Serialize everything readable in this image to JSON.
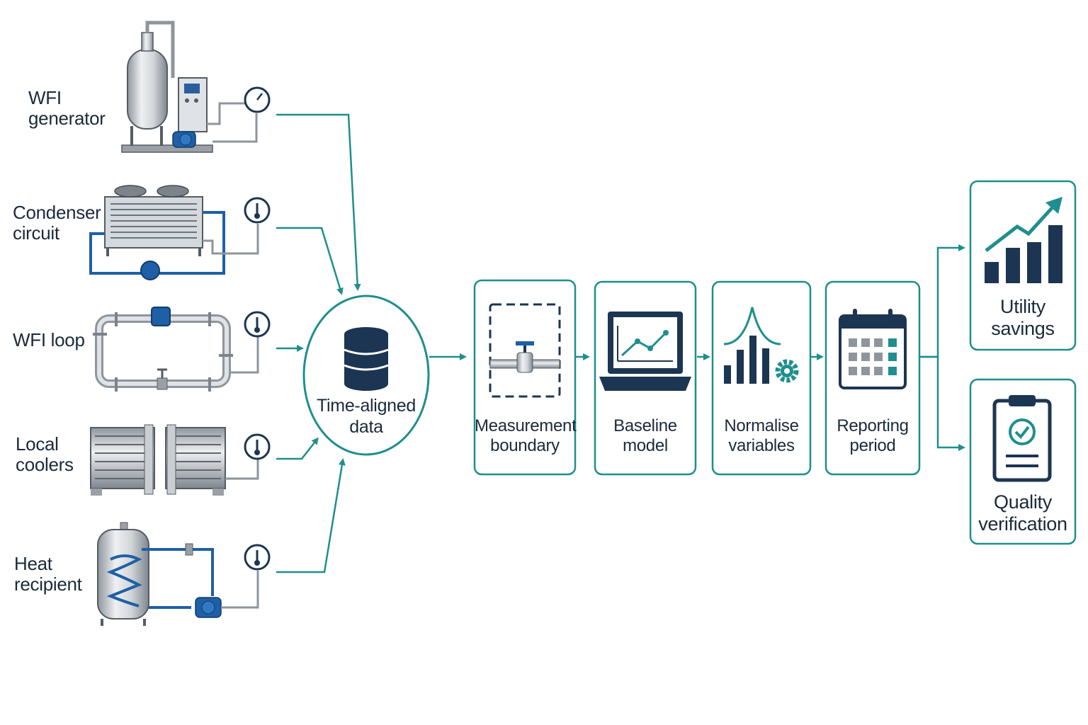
{
  "colors": {
    "teal": "#1f8e8e",
    "navy": "#1c3552",
    "pipe_blue": "#1f5fa6",
    "metal": "#b9bec4",
    "text": "#1b2a3a"
  },
  "sources": [
    {
      "id": "wfi-generator",
      "line1": "WFI",
      "line2": "generator",
      "icon": "distillation-column-icon",
      "sensor": "pressure-gauge-icon"
    },
    {
      "id": "condenser-circuit",
      "line1": "Condenser",
      "line2": "circuit",
      "icon": "condenser-unit-icon",
      "sensor": "thermometer-icon"
    },
    {
      "id": "wfi-loop",
      "line1": "WFI loop",
      "line2": "",
      "icon": "pipe-loop-icon",
      "sensor": "thermometer-icon"
    },
    {
      "id": "local-coolers",
      "line1": "Local",
      "line2": "coolers",
      "icon": "heat-exchanger-icon",
      "sensor": "thermometer-icon"
    },
    {
      "id": "heat-recipient",
      "line1": "Heat",
      "line2": "recipient",
      "icon": "coil-tank-icon",
      "sensor": "thermometer-icon"
    }
  ],
  "hub": {
    "line1": "Time-aligned",
    "line2": "data",
    "icon": "database-icon"
  },
  "steps": [
    {
      "id": "measurement-boundary",
      "line1": "Measurement",
      "line2": "boundary",
      "icon": "dashed-boundary-valve-icon"
    },
    {
      "id": "baseline-model",
      "line1": "Baseline",
      "line2": "model",
      "icon": "laptop-chart-icon"
    },
    {
      "id": "normalise-variables",
      "line1": "Normalise",
      "line2": "variables",
      "icon": "bell-curve-gear-icon"
    },
    {
      "id": "reporting-period",
      "line1": "Reporting",
      "line2": "period",
      "icon": "calendar-icon"
    }
  ],
  "outputs": [
    {
      "id": "utility-savings",
      "line1": "Utility",
      "line2": "savings",
      "icon": "bar-chart-arrow-icon"
    },
    {
      "id": "quality-verification",
      "line1": "Quality",
      "line2": "verification",
      "icon": "clipboard-check-icon"
    }
  ]
}
